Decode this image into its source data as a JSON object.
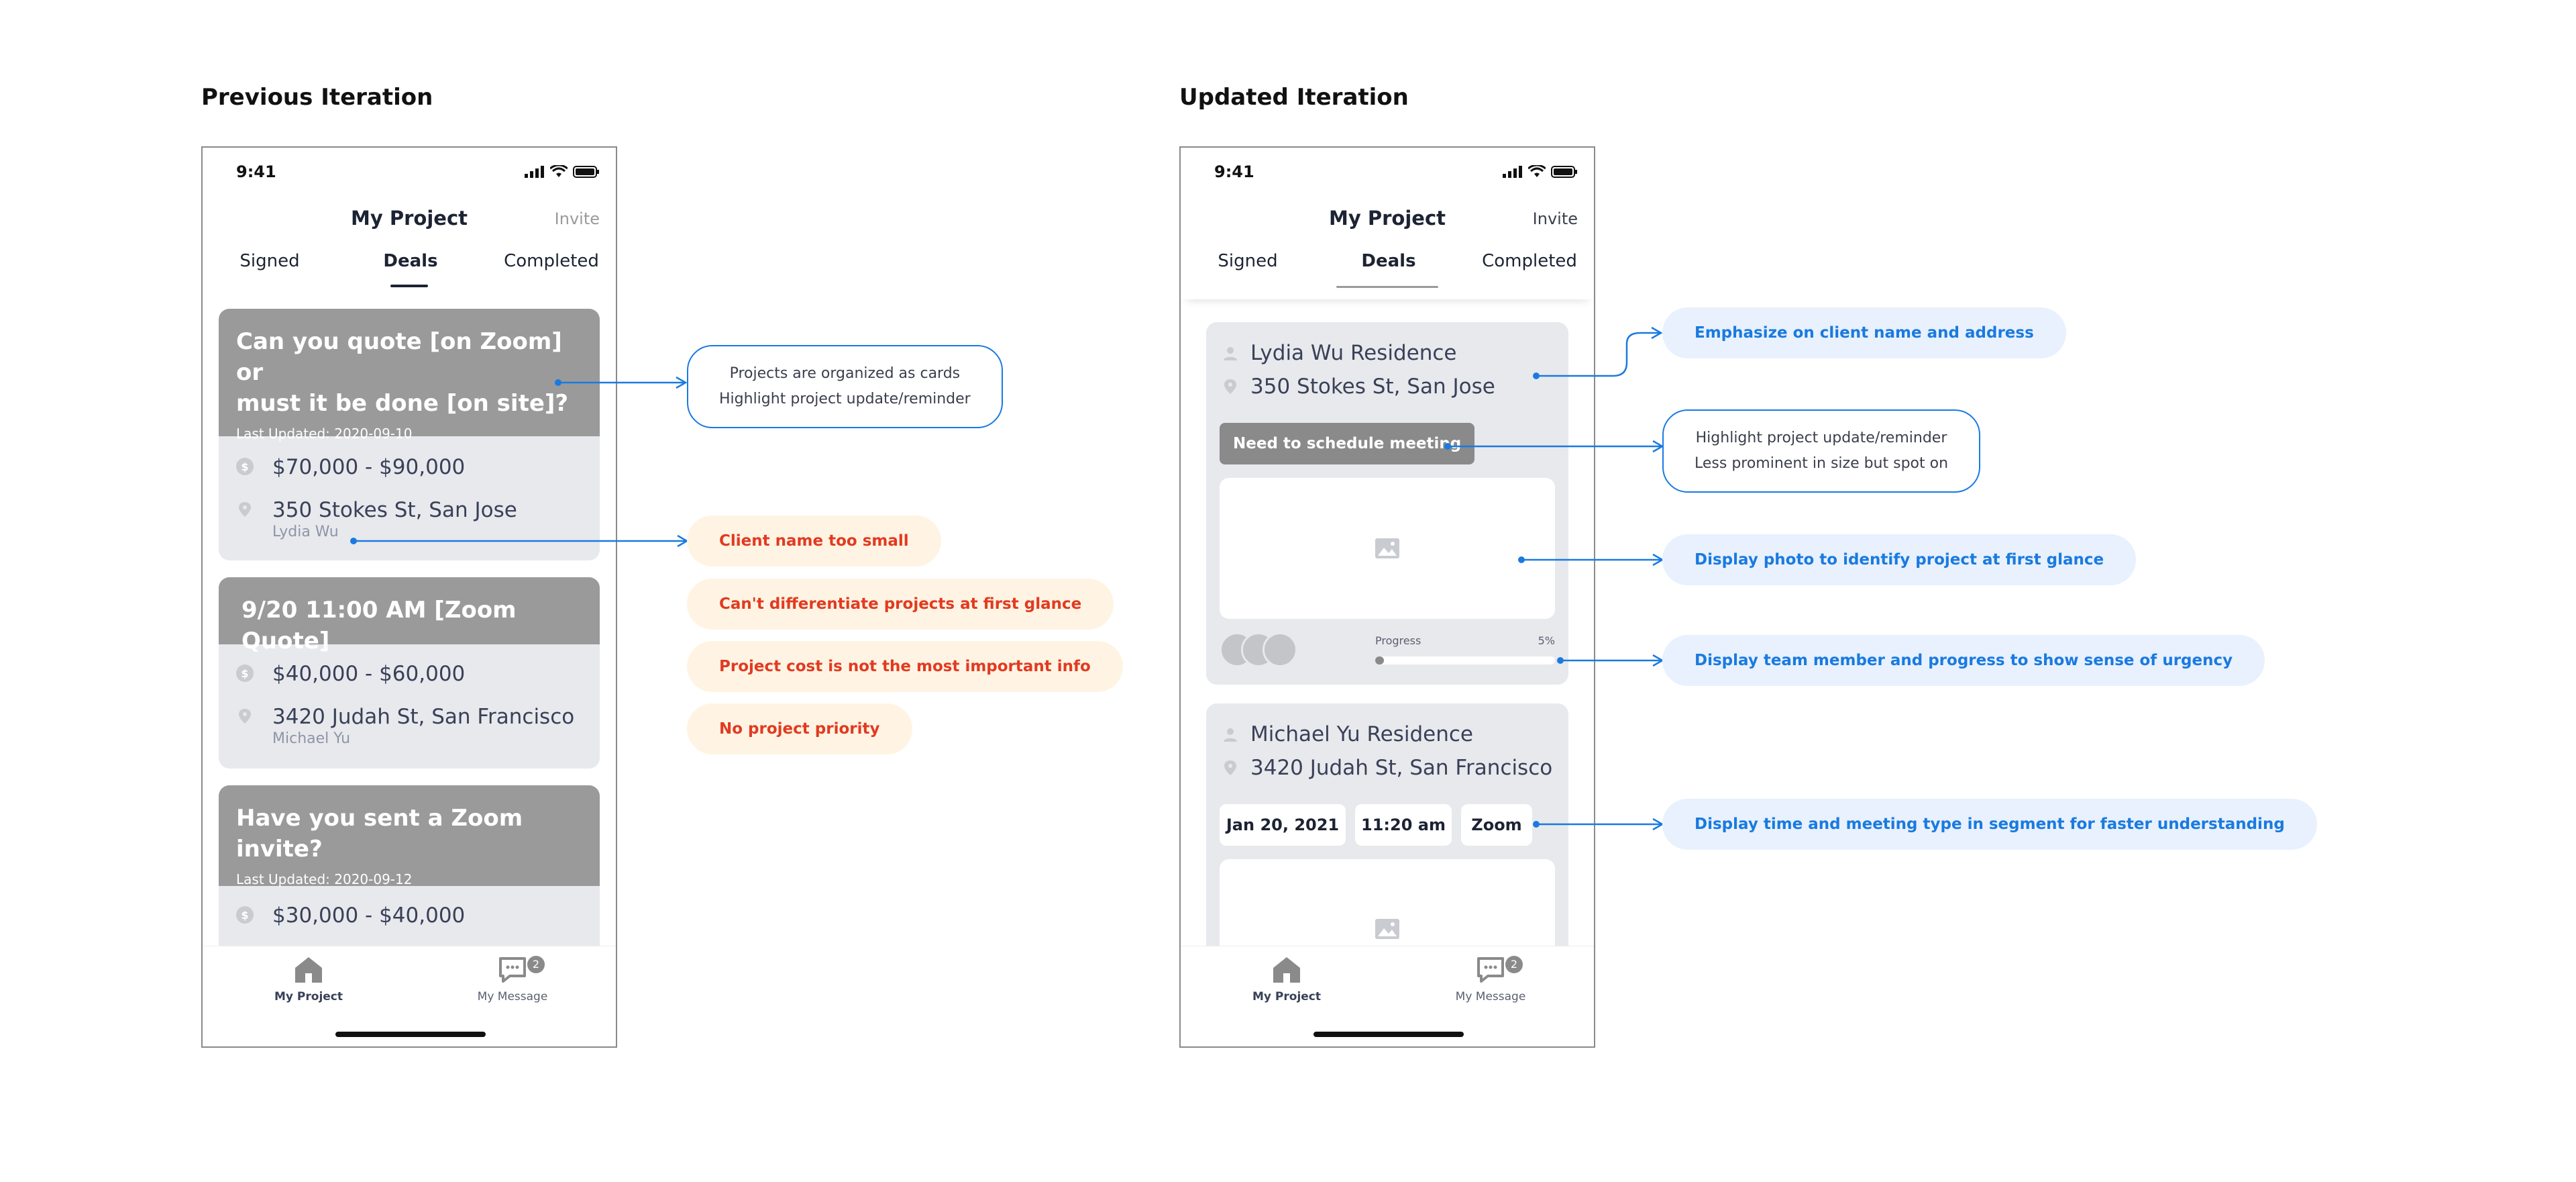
{
  "previous": {
    "section_title": "Previous Iteration",
    "status_time": "9:41",
    "nav_title": "My Project",
    "nav_invite": "Invite",
    "tabs": [
      "Signed",
      "Deals",
      "Completed"
    ],
    "cards": [
      {
        "header_title_line1": "Can you quote [on Zoom] or",
        "header_title_line2": "must it be done [on site]?",
        "header_sub": "Last Updated: 2020-09-10",
        "price": "$70,000 - $90,000",
        "address": "350 Stokes St, San Jose",
        "client": "Lydia Wu"
      },
      {
        "header_title_line1": "9/20 11:00 AM [Zoom Quote]",
        "price": "$40,000 - $60,000",
        "address": "3420 Judah St, San Francisco",
        "client": "Michael Yu"
      },
      {
        "header_title_line1": "Have you sent a Zoom invite?",
        "header_sub": "Last Updated: 2020-09-12",
        "price": "$30,000 - $40,000"
      }
    ],
    "tabbar": {
      "home_label": "My Project",
      "message_label": "My Message",
      "message_badge": "2"
    }
  },
  "updated": {
    "section_title": "Updated Iteration",
    "status_time": "9:41",
    "nav_title": "My Project",
    "nav_invite": "Invite",
    "tabs": [
      "Signed",
      "Deals",
      "Completed"
    ],
    "cards": [
      {
        "client": "Lydia Wu Residence",
        "address": "350 Stokes St, San Jose",
        "reminder": "Need to schedule meeting",
        "progress_label": "Progress",
        "progress_text": "5%",
        "progress_value": 0.05
      },
      {
        "client": "Michael Yu Residence",
        "address": "3420 Judah St, San Francisco",
        "date": "Jan 20, 2021",
        "time": "11:20 am",
        "meeting_type": "Zoom"
      }
    ],
    "tabbar": {
      "home_label": "My Project",
      "message_label": "My Message",
      "message_badge": "2"
    }
  },
  "annotations": {
    "prev_outline_line1": "Projects are organized as cards",
    "prev_outline_line2": "Highlight project update/reminder",
    "warn": [
      "Client name too small",
      "Can't differentiate projects at first glance",
      "Project cost is not the most important info",
      "No project priority"
    ],
    "upd_info_1": "Emphasize on client name and address",
    "upd_outline_line1": "Highlight project update/reminder",
    "upd_outline_line2": "Less prominent in size but spot on",
    "upd_info_2": "Display photo to identify project at first glance",
    "upd_info_3": "Display team member and progress to show sense of urgency",
    "upd_info_4": "Display time and meeting type in segment for faster understanding"
  },
  "colors": {
    "accent_blue": "#1a7ae0",
    "warn_red": "#e23a21",
    "warn_bg": "#fff4e3",
    "info_bg": "#e8f1fd",
    "card_header_gray": "#9a9a9a",
    "card_body": "#e8e9ed",
    "invite_prev": "#9a9a9a",
    "invite_upd": "#3b3f4c"
  }
}
